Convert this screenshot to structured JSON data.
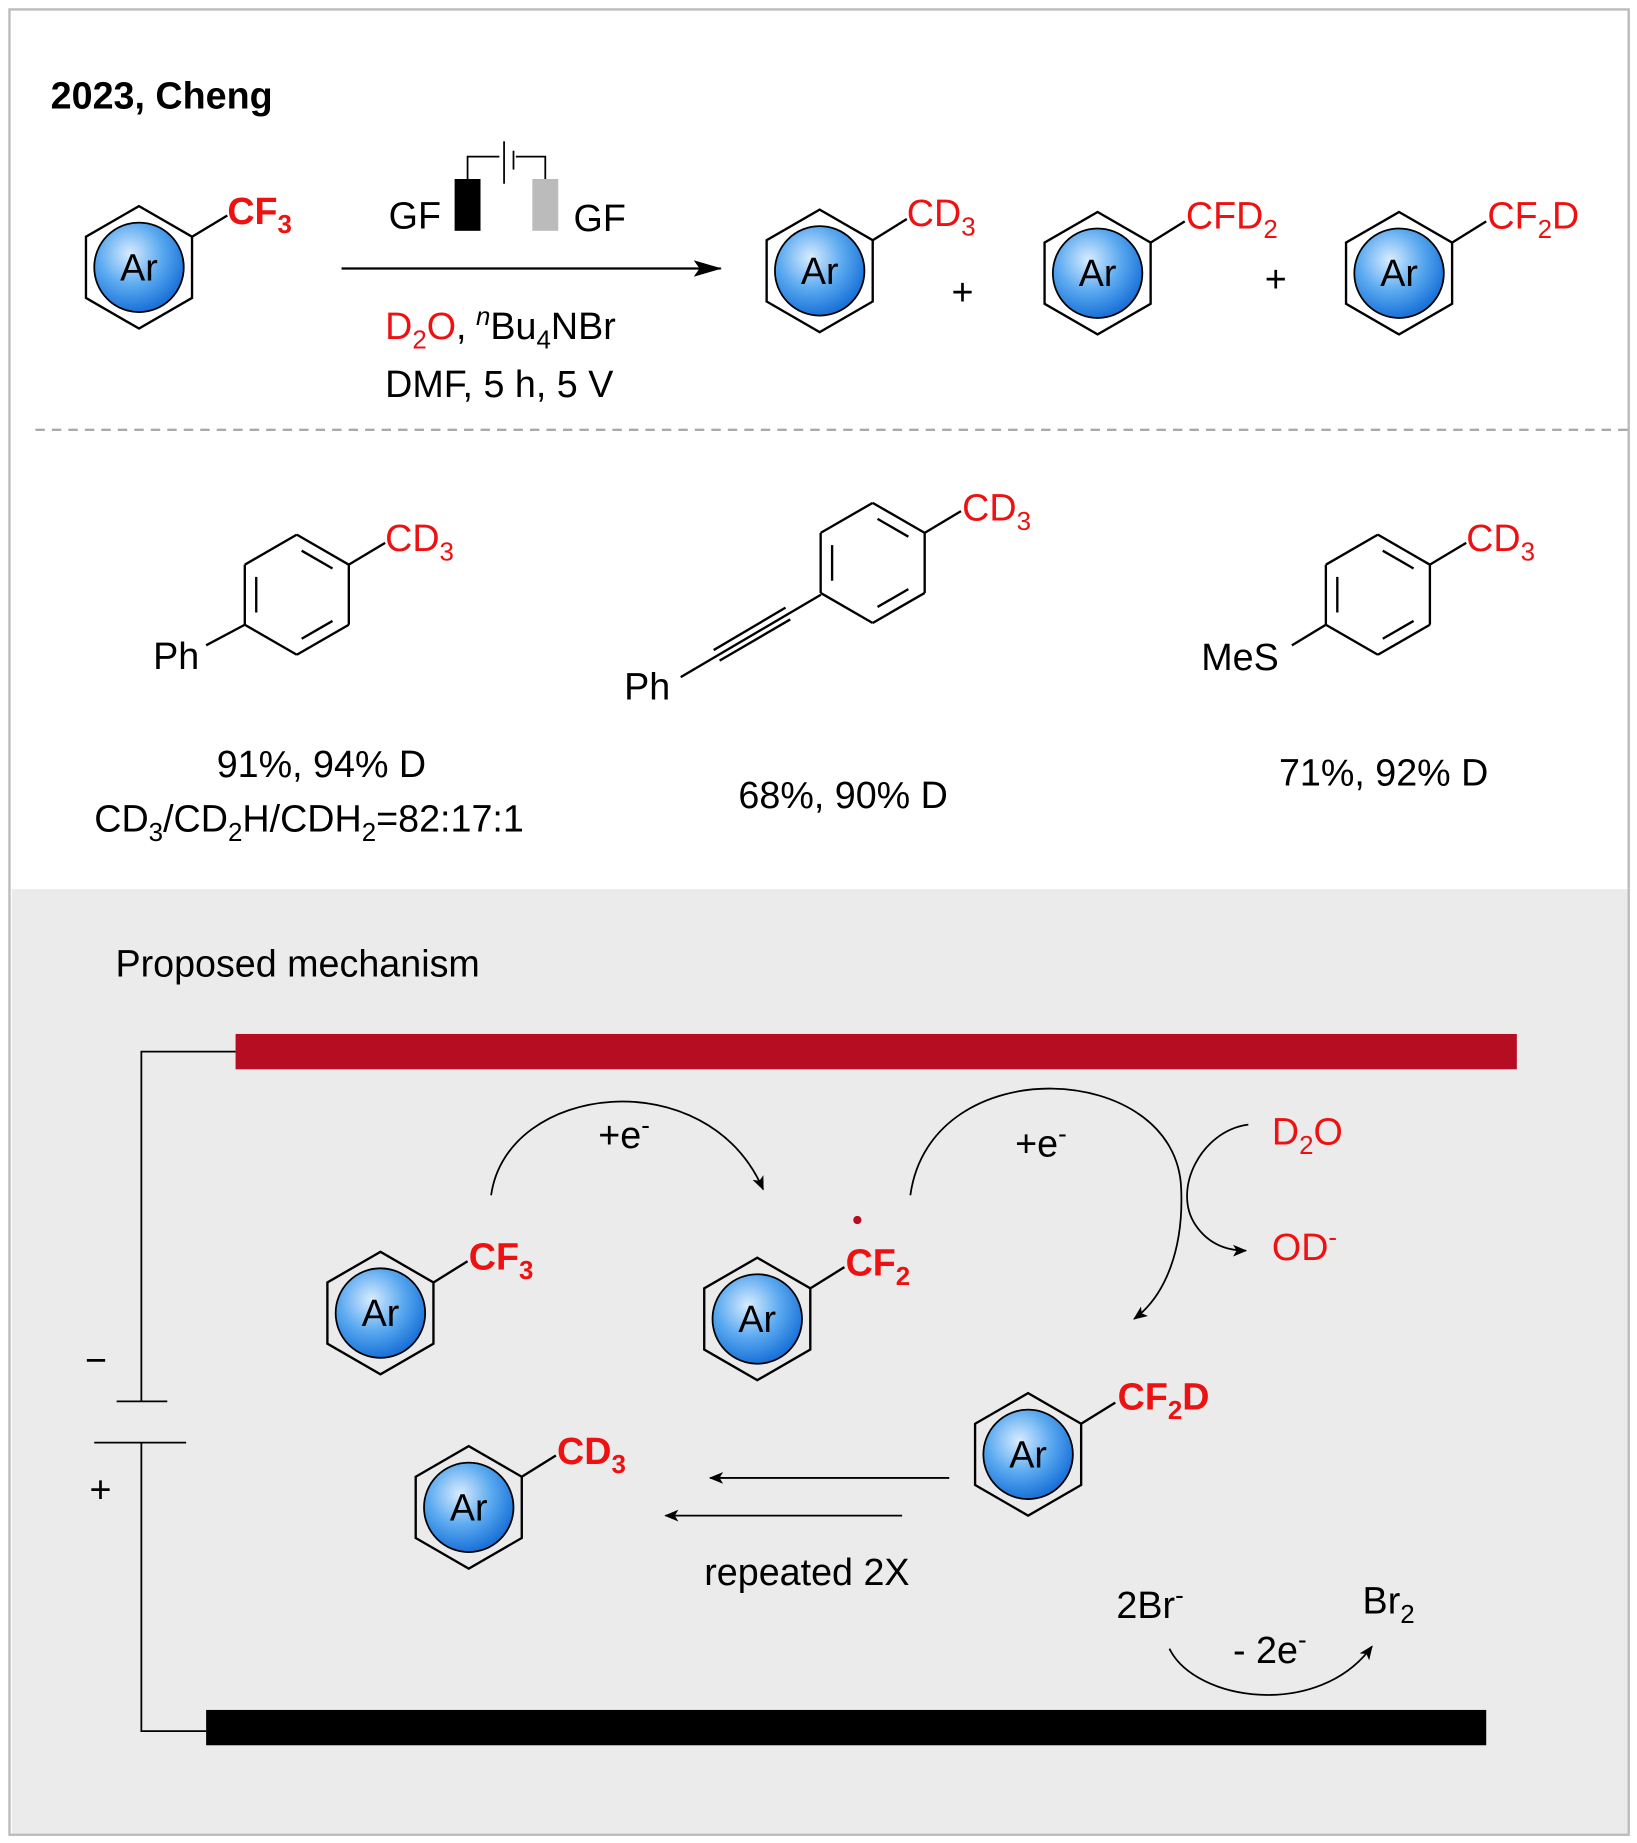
{
  "title": "2023, Cheng",
  "reaction": {
    "reactant": "CF3",
    "ring_label": "Ar",
    "electrode_left": "GF",
    "electrode_right": "GF",
    "reagent_d2o": "D2O",
    "reagent_comma": ",",
    "reagent_salt": "nBu4NBr",
    "conditions": "DMF, 5 h, 5 V",
    "products": [
      "CD3",
      "CFD2",
      "CF2D"
    ],
    "plus": "+"
  },
  "examples": [
    {
      "group": "CD3",
      "substituent": "Ph",
      "yield": "91%, 94% D",
      "ratio": "CD3/CD2H/CDH2=82:17:1"
    },
    {
      "group": "CD3",
      "substituent": "Ph",
      "yield": "68%, 90% D"
    },
    {
      "group": "CD3",
      "substituent": "MeS",
      "yield": "71%, 92% D"
    }
  ],
  "mechanism": {
    "heading": "Proposed mechanism",
    "minus": "−",
    "plus": "+",
    "electron_1": "+e-",
    "electron_2": "+e-",
    "d2o": "D2O",
    "od": "OD-",
    "species": [
      "CF3",
      "CF2",
      "CF2D",
      "CD3"
    ],
    "repeated": "repeated 2X",
    "bromide": "2Br-",
    "bromine": "Br2",
    "oxidation": "- 2e-"
  },
  "colors": {
    "accent": "#ee1111",
    "cathode": "#b70d22",
    "anode": "#000000",
    "panel": "#ebebeb"
  }
}
